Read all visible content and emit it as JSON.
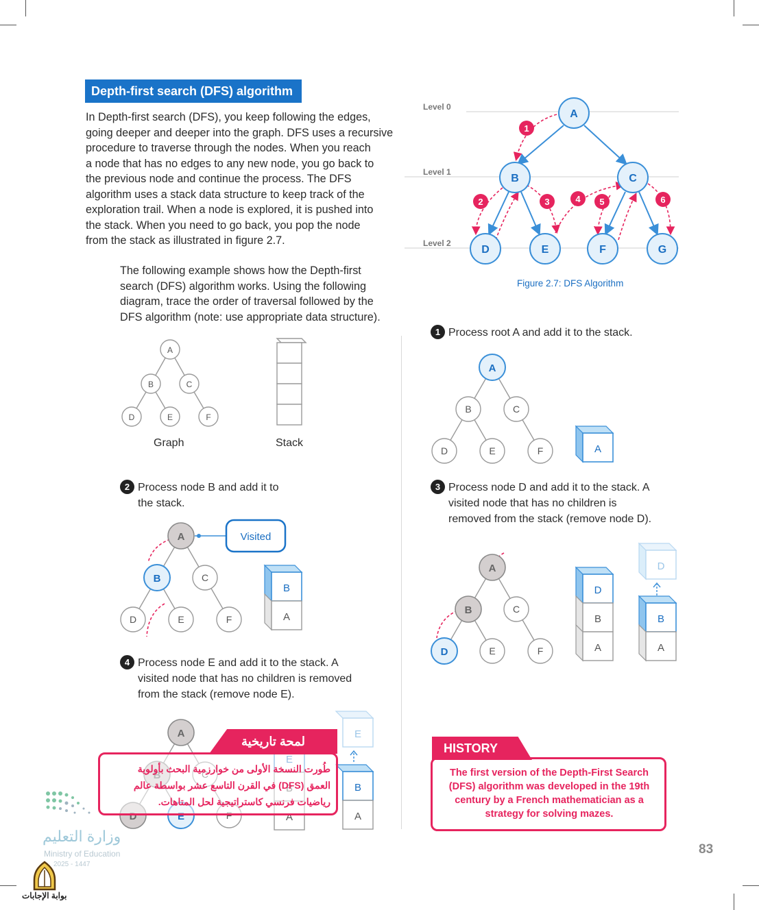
{
  "section_title": "Depth-first search (DFS) algorithm",
  "intro_lines": [
    "In Depth-first search (DFS), you keep following the edges,",
    "going deeper and deeper into the graph. DFS uses a recursive",
    "procedure to traverse through the nodes. When you reach",
    "a node that has no edges to any new node, you go back to",
    "the previous node and continue the process. The DFS",
    "algorithm uses a stack data structure to keep track of the",
    "exploration trail. When a node is explored, it is pushed into",
    "the stack. When you need to go back, you pop the node",
    "from the stack as illustrated in figure 2.7."
  ],
  "example_lines": [
    "The following example shows how the Depth-first",
    "search (DFS) algorithm works. Using the following",
    "diagram, trace the order of traversal followed by the",
    "DFS algorithm (note: use appropriate data structure)."
  ],
  "figure": {
    "caption": "Figure 2.7: DFS Algorithm",
    "levels": [
      "Level 0",
      "Level 1",
      "Level 2"
    ],
    "nodes": [
      "A",
      "B",
      "C",
      "D",
      "E",
      "F",
      "G"
    ],
    "steps": [
      "1",
      "2",
      "3",
      "4",
      "5",
      "6"
    ]
  },
  "example": {
    "nodes": [
      "A",
      "B",
      "C",
      "D",
      "E",
      "F"
    ],
    "graph_label": "Graph",
    "stack_label": "Stack"
  },
  "steps": [
    {
      "num": "1",
      "lines": [
        "Process root A and add it to the stack."
      ],
      "stack": [
        "A"
      ]
    },
    {
      "num": "2",
      "lines": [
        "Process node B and add it to",
        "the stack."
      ],
      "visited_label": "Visited",
      "stack": [
        "B",
        "A"
      ]
    },
    {
      "num": "3",
      "lines": [
        "Process node D and add it to the stack. A",
        "visited node that has no children is",
        "removed from the stack (remove node D)."
      ],
      "stack": [
        "D",
        "B",
        "A"
      ],
      "popped": "D",
      "stack_after": [
        "B",
        "A"
      ]
    },
    {
      "num": "4",
      "lines": [
        "Process node E and add it to the stack. A",
        "visited node that has no children is removed",
        "from the stack (remove node E)."
      ],
      "stack": [
        "E",
        "B",
        "A"
      ],
      "popped": "E",
      "stack_after": [
        "B",
        "A"
      ]
    }
  ],
  "history": {
    "title": "HISTORY",
    "lines": [
      "The first version of the Depth-First Search",
      "(DFS) algorithm was developed in the 19th",
      "century by a French mathematician as a",
      "strategy for solving mazes."
    ]
  },
  "arabic_note": {
    "title": "لمحة تاريخية",
    "lines": [
      "طُورت النسخة الأولى من خوارزمية البحث بأولوية",
      "العمق (DFS) في القرن التاسع عشر بواسطة عالم",
      "رياضيات فرنسي كاستراتيجية لحل المتاهات."
    ]
  },
  "page_number": "83",
  "ministry": {
    "arabic": "وزارة التعليم",
    "english": "Ministry of Education",
    "year": "2025 - 1447"
  },
  "portal_name": "بوابة الإجابات",
  "colors": {
    "title_bar": "#1a73c8",
    "accent_pink": "#e6245e",
    "node_blue": "#3a8fd8",
    "node_blue_fill": "#e4f1fb",
    "node_gray_fill": "#d4cfcf"
  }
}
